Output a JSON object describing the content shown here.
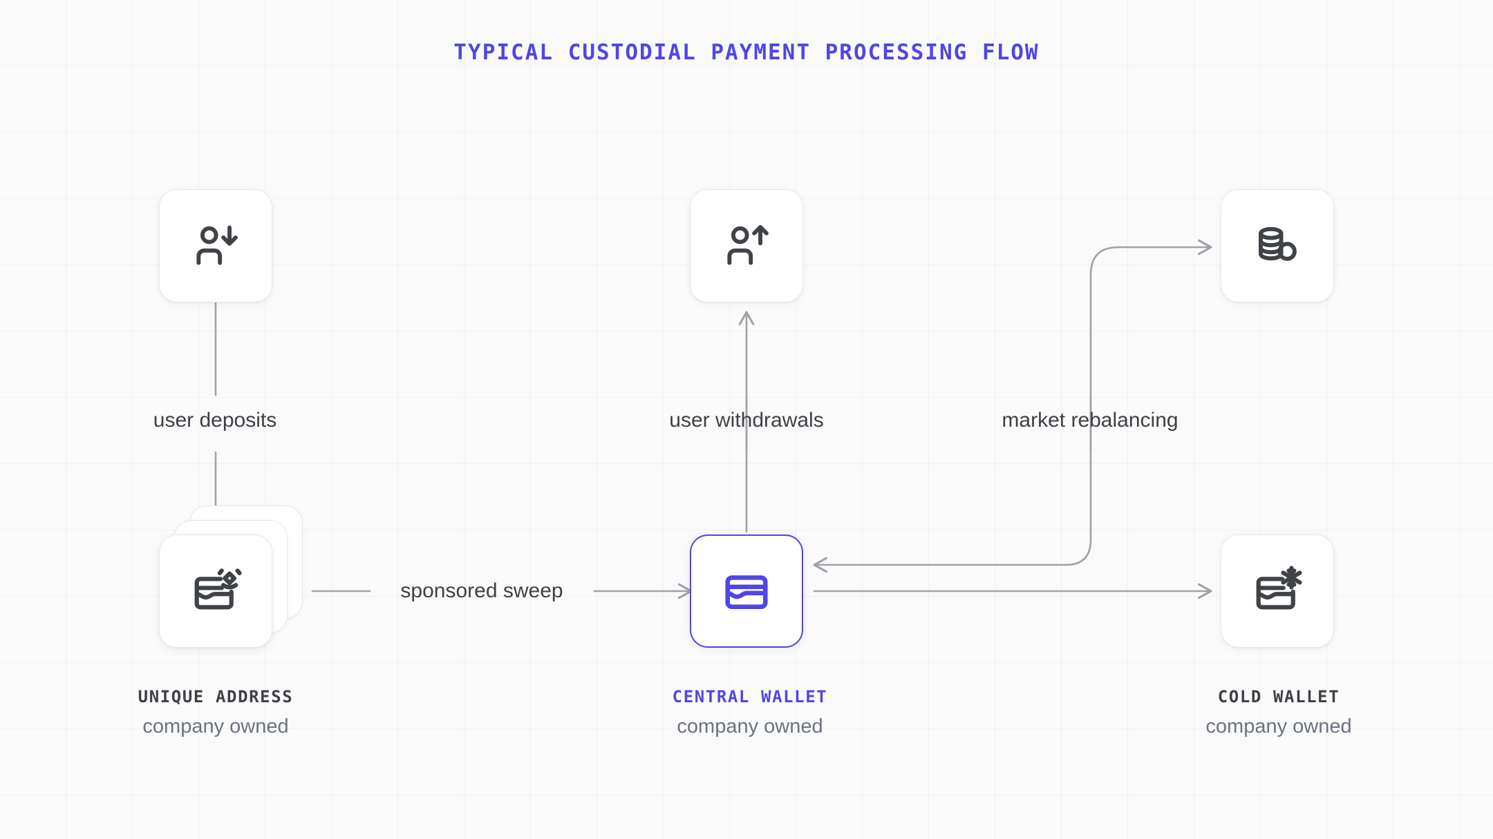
{
  "title": "TYPICAL CUSTODIAL PAYMENT PROCESSING FLOW",
  "colors": {
    "accent": "#4f46e5",
    "edge": "#a1a1aa",
    "icon": "#3f4246",
    "text": "#3f3f46",
    "subtext": "#6b7280",
    "card": "#ffffff",
    "background": "#fafafa"
  },
  "nodes": [
    {
      "id": "user-deposit",
      "icon": "user-arrow-down-icon",
      "title": "",
      "subtitle": ""
    },
    {
      "id": "user-withdraw",
      "icon": "user-arrow-up-icon",
      "title": "",
      "subtitle": ""
    },
    {
      "id": "market",
      "icon": "coins-stack-icon",
      "title": "",
      "subtitle": ""
    },
    {
      "id": "unique-address",
      "icon": "wallet-diamond-icon",
      "title": "UNIQUE ADDRESS",
      "subtitle": "company owned"
    },
    {
      "id": "central-wallet",
      "icon": "wallet-icon",
      "title": "CENTRAL WALLET",
      "subtitle": "company owned"
    },
    {
      "id": "cold-wallet",
      "icon": "wallet-snowflake-icon",
      "title": "COLD WALLET",
      "subtitle": "company owned"
    }
  ],
  "edges": [
    {
      "id": "user-deposits",
      "label": "user deposits",
      "from": "user-deposit",
      "to": "unique-address"
    },
    {
      "id": "sponsored-sweep",
      "label": "sponsored sweep",
      "from": "unique-address",
      "to": "central-wallet"
    },
    {
      "id": "user-withdrawals",
      "label": "user withdrawals",
      "from": "central-wallet",
      "to": "user-withdraw"
    },
    {
      "id": "market-rebalancing",
      "label": "market rebalancing",
      "from": "central-wallet",
      "to": "market"
    },
    {
      "id": "cold-storage",
      "label": "",
      "from": "central-wallet",
      "to": "cold-wallet"
    }
  ]
}
